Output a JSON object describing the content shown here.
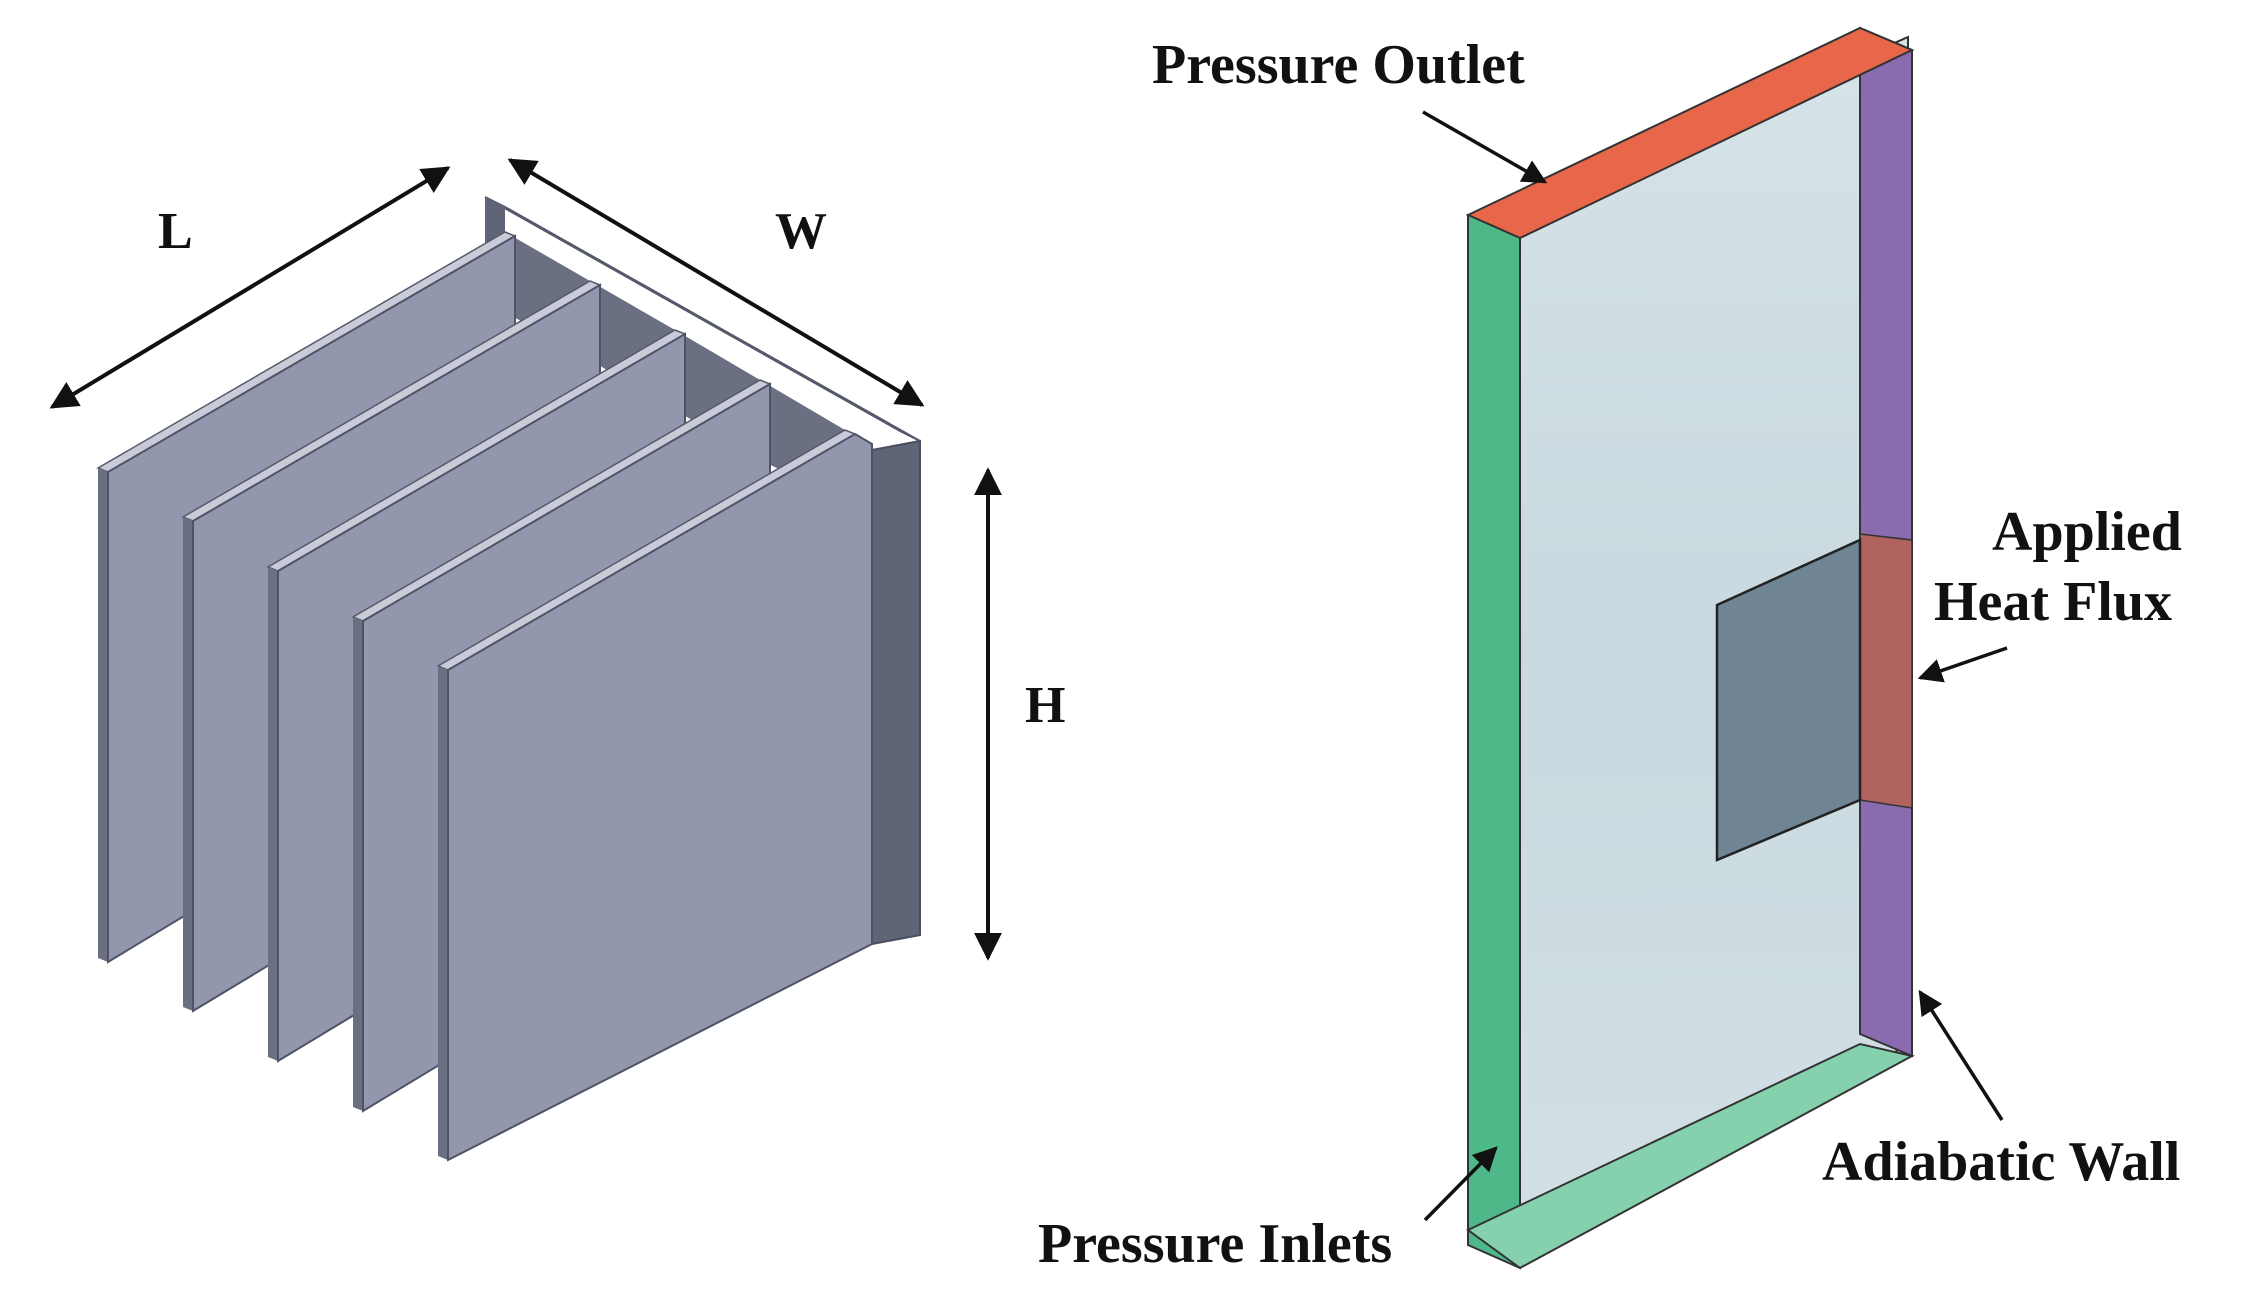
{
  "heat_sink": {
    "dimension_labels": {
      "length": "L",
      "width": "W",
      "height": "H"
    },
    "fin_count": 5,
    "fin_color": "#9297ad",
    "fin_edge_color": "#c9ccd8",
    "back_plate_color": "#5f6477"
  },
  "domain_model": {
    "labels": {
      "pressure_outlet": "Pressure Outlet",
      "applied_heat_flux_line1": "Applied",
      "applied_heat_flux_line2": "Heat Flux",
      "adiabatic_wall": "Adiabatic Wall",
      "pressure_inlets": "Pressure Inlets"
    },
    "colors": {
      "pressure_outlet": "#e8674a",
      "pressure_inlets": "#4fb889",
      "adiabatic_wall": "#8a6bb0",
      "applied_heat_flux": "#b0625e",
      "fluid_face": "#cfdde3",
      "heat_source": "#6f8594"
    }
  }
}
